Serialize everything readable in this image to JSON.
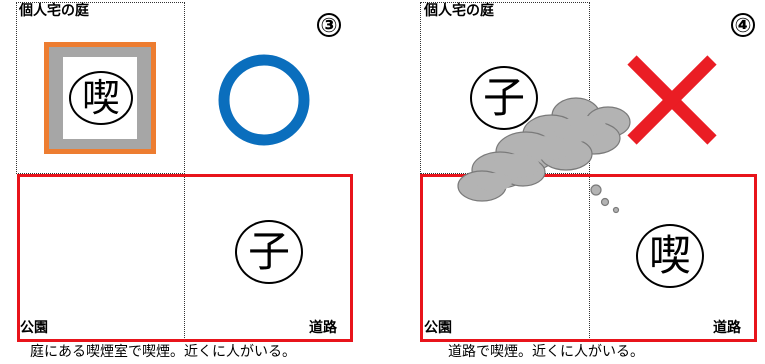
{
  "panels": [
    {
      "number": "③",
      "yard_label": "個人宅の庭",
      "park_label": "公園",
      "road_label": "道路",
      "smoker_char": "喫",
      "child_char": "子",
      "verdict": "OK",
      "caption": "庭にある喫煙室で喫煙。近くに人がいる。"
    },
    {
      "number": "④",
      "yard_label": "個人宅の庭",
      "park_label": "公園",
      "road_label": "道路",
      "smoker_char": "喫",
      "child_char": "子",
      "verdict": "NG",
      "caption": "道路で喫煙。近くに人がいる。"
    }
  ],
  "colors": {
    "boundary_red": "#e8141b",
    "ok_blue": "#0a6ebd",
    "ng_red": "#ea1d24",
    "room_orange": "#ed7d31",
    "room_gray": "#a6a6a6",
    "smoke_gray": "#b3b3b3"
  },
  "icons": {
    "ok": "circle-ok-icon",
    "ng": "cross-ng-icon",
    "smoke": "smoke-cloud-icon"
  }
}
